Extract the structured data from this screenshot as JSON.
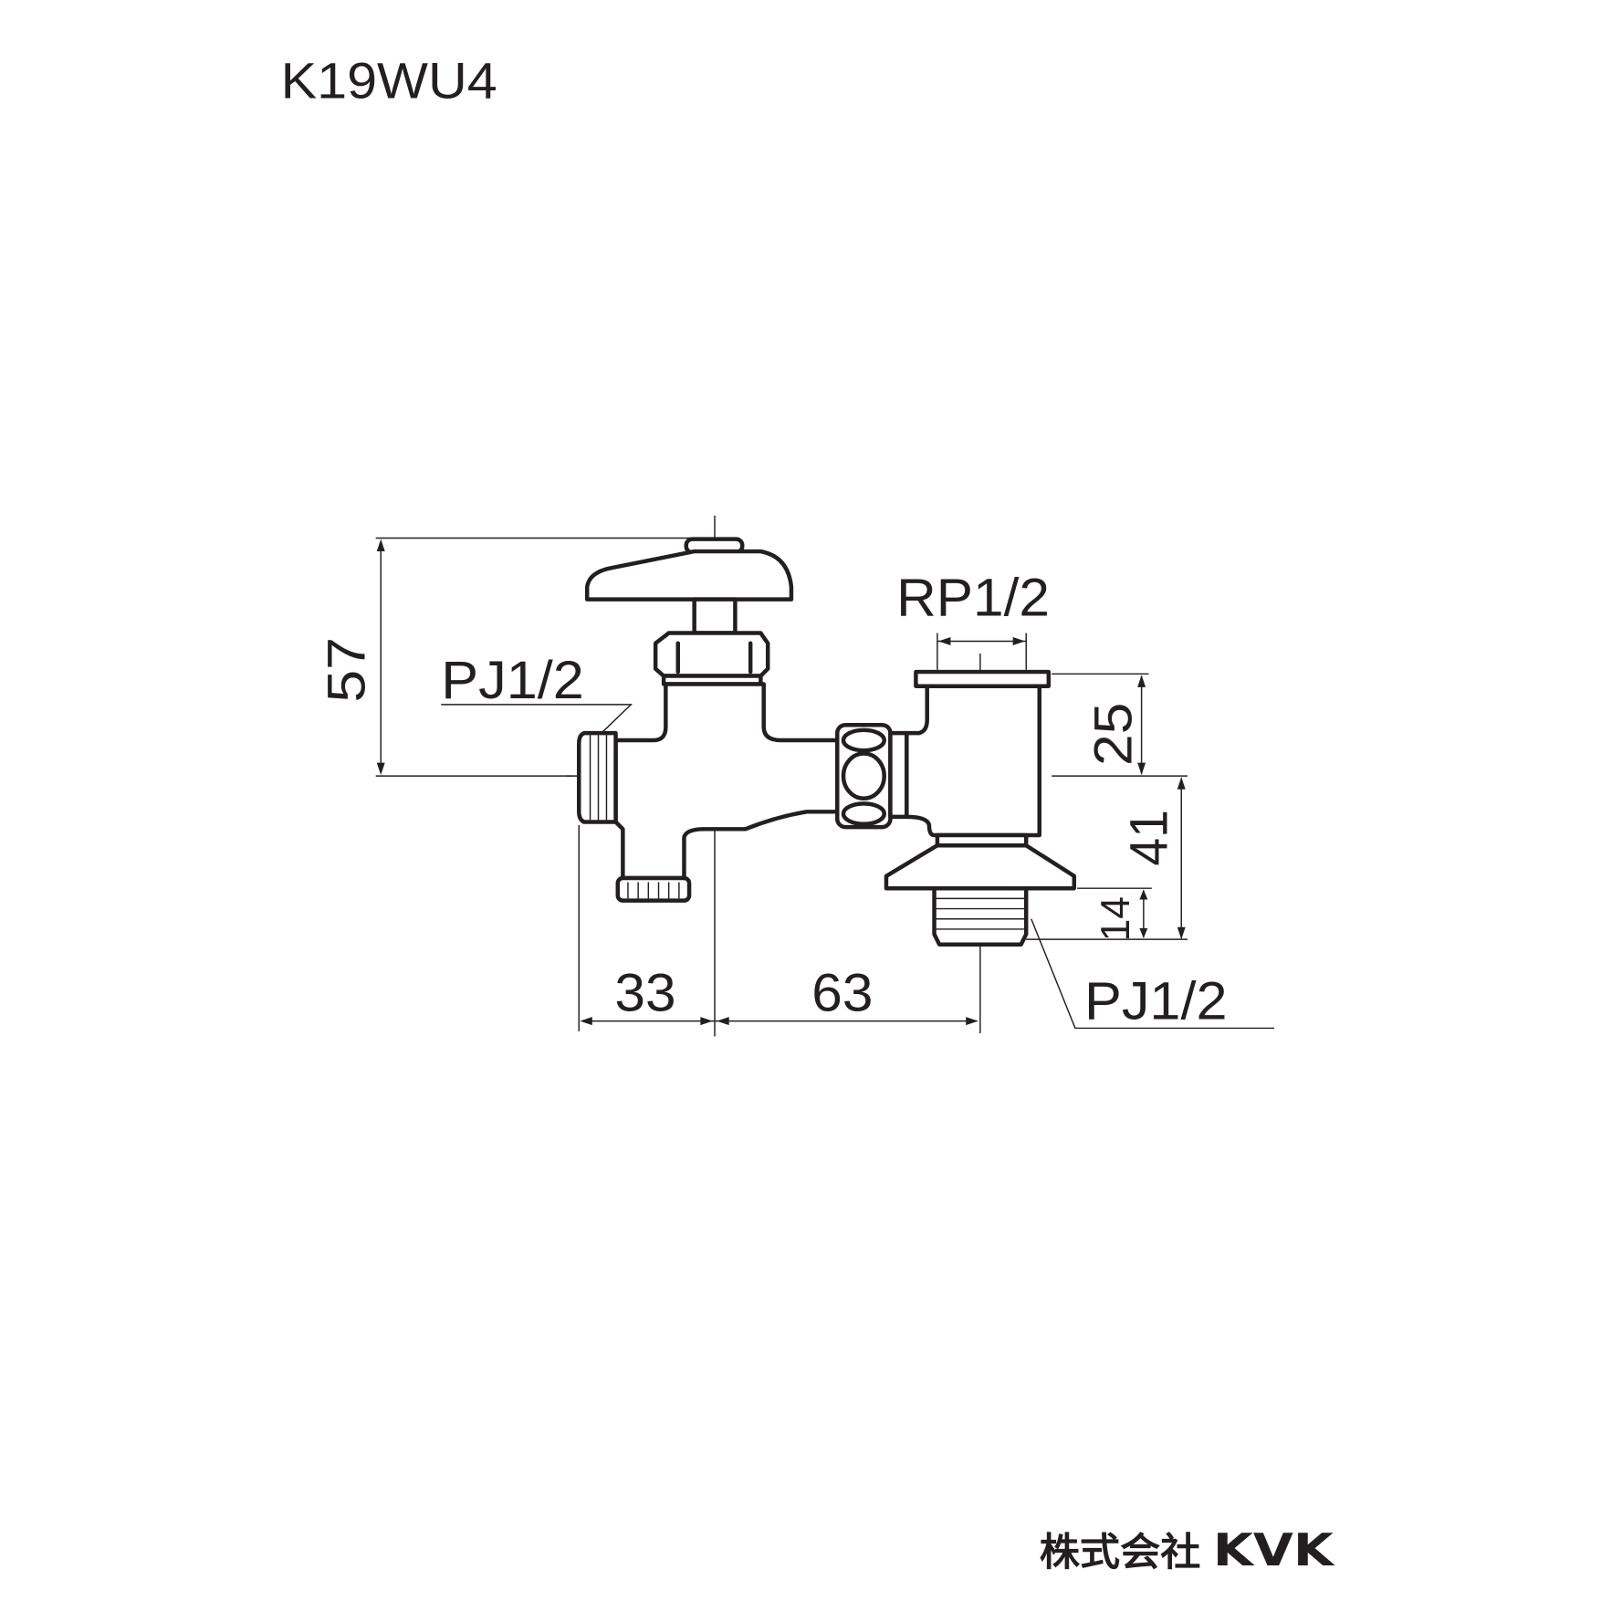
{
  "title": "K19WU4",
  "dimensions": {
    "height_total": "57",
    "left_offset": "33",
    "center_distance": "63",
    "top_height": "25",
    "bottom_height": "41",
    "thread_length": "14"
  },
  "threads": {
    "left_inlet": "PJ1/2",
    "top_outlet": "RP1/2",
    "bottom_outlet": "PJ1/2"
  },
  "company": {
    "name_jp": "株式会社",
    "brand": "KVK"
  }
}
